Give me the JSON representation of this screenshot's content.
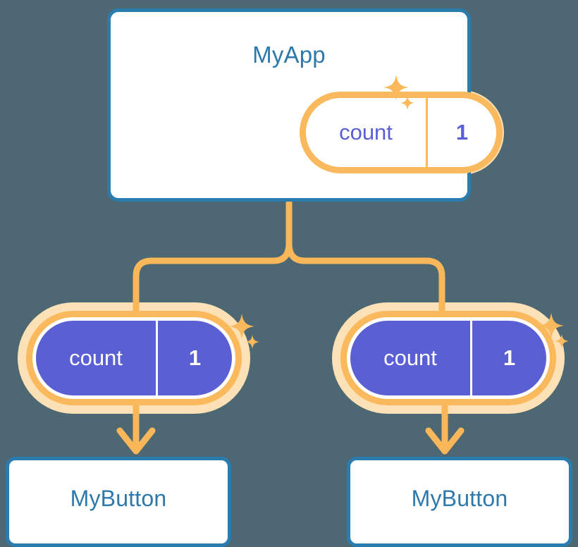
{
  "background_color": "#4d6872",
  "palette": {
    "card_border": "#2b7cae",
    "title_text": "#2e79ab",
    "pill_ring": "#f9b95c",
    "pill_glow": "#fde1b6",
    "pill_fill_solid": "#5b5fd4",
    "pill_fill_hollow": "#ffffff",
    "connector": "#fab75a",
    "sparkle": "#f9b95c"
  },
  "diagram": {
    "type": "component-tree",
    "root": {
      "name": "app-card",
      "title": "MyApp",
      "state_pill": {
        "label": "count",
        "value": "1",
        "style": "hollow"
      },
      "sparkles": 2
    },
    "children": [
      {
        "name": "child-left",
        "state_pill": {
          "label": "count",
          "value": "1",
          "style": "solid"
        },
        "sparkles": 2,
        "button": {
          "title": "MyButton"
        }
      },
      {
        "name": "child-right",
        "state_pill": {
          "label": "count",
          "value": "1",
          "style": "solid"
        },
        "sparkles": 2,
        "button": {
          "title": "MyButton"
        }
      }
    ],
    "connectors": [
      {
        "from": "app-card",
        "to": "child-left",
        "kind": "branch-line"
      },
      {
        "from": "app-card",
        "to": "child-right",
        "kind": "branch-line"
      },
      {
        "from": "child-left",
        "to": "button-left",
        "kind": "arrow-down"
      },
      {
        "from": "child-right",
        "to": "button-right",
        "kind": "arrow-down"
      }
    ]
  }
}
